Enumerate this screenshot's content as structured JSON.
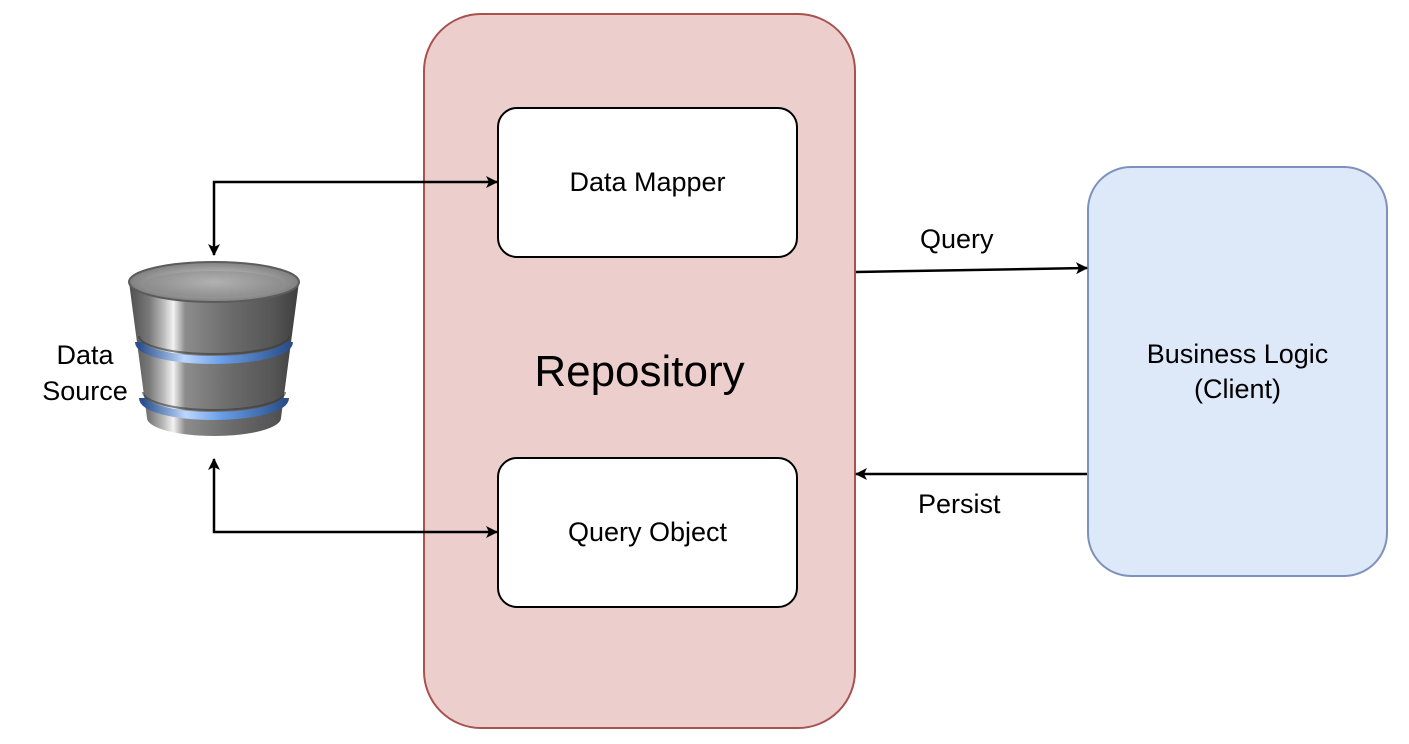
{
  "repository": {
    "label": "Repository"
  },
  "components": {
    "data_mapper": "Data Mapper",
    "query_object": "Query Object"
  },
  "client": {
    "line1": "Business Logic",
    "line2": "(Client)"
  },
  "data_source": {
    "line1": "Data",
    "line2": "Source",
    "icon": "database-icon"
  },
  "edges": {
    "query": "Query",
    "persist": "Persist"
  },
  "colors": {
    "repository_fill": "#eccfcd",
    "repository_stroke": "#a8514f",
    "client_fill": "#dde8f8",
    "client_stroke": "#7d91bd"
  }
}
